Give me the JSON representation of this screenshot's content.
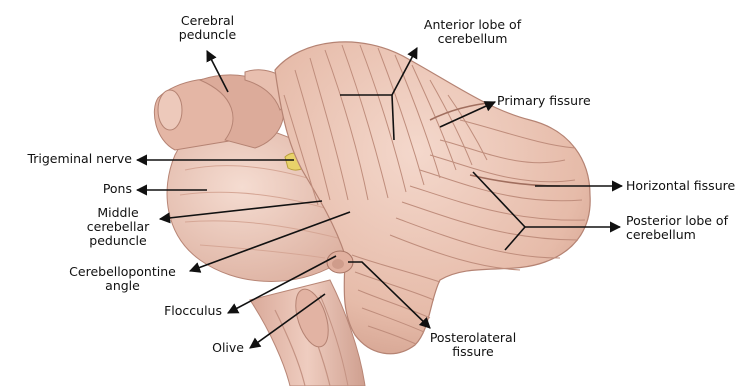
{
  "labels": {
    "cerebral_peduncle": "Cerebral\npeduncle",
    "anterior_lobe": "Anterior lobe of\ncerebellum",
    "primary_fissure": "Primary fissure",
    "trigeminal_nerve": "Trigeminal nerve",
    "pons": "Pons",
    "middle_cerebellar_peduncle": "Middle\ncerebellar\npeduncle",
    "horizontal_fissure": "Horizontal fissure",
    "posterior_lobe": "Posterior lobe of\ncerebellum",
    "cerebellopontine_angle": "Cerebellopontine\nangle",
    "flocculus": "Flocculus",
    "olive": "Olive",
    "posterolateral_fissure": "Posterolateral\nfissure"
  },
  "colors": {
    "tissue_base": "#e9c0b0",
    "tissue_shade": "#c99a89",
    "tissue_light": "#f3d6ca",
    "folia_lines": "#b68272",
    "nerve": "#e8d26a",
    "pointer": "#111111"
  }
}
